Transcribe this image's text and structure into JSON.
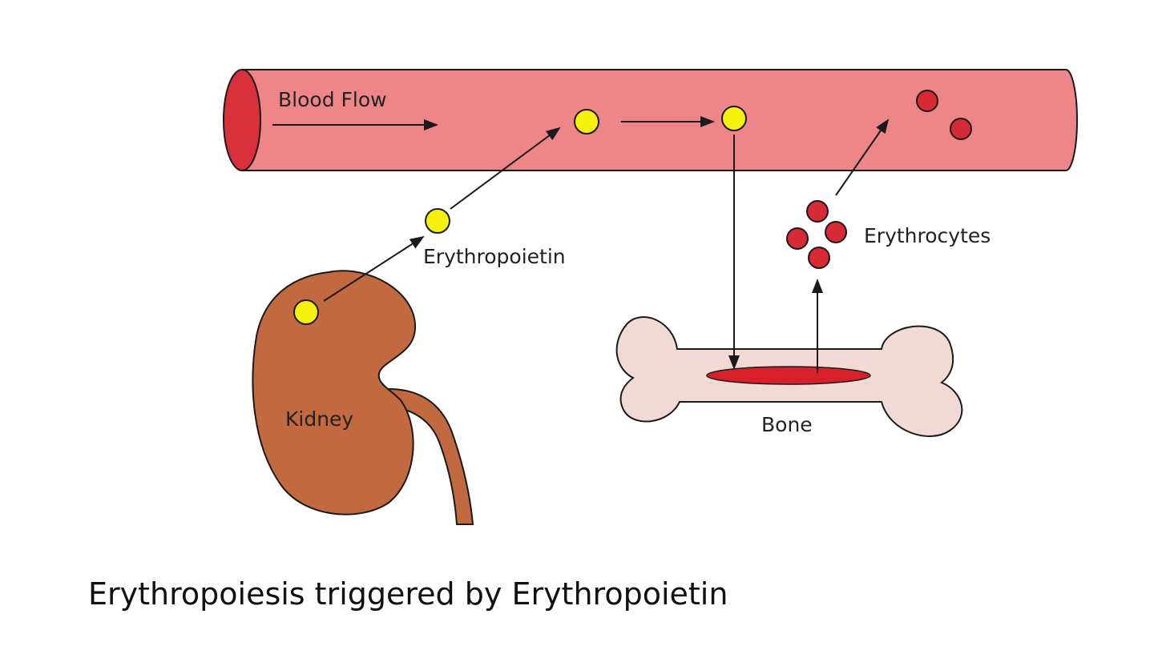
{
  "labels": {
    "blood_flow": "Blood Flow",
    "erythropoietin": "Erythropoietin",
    "erythrocytes": "Erythrocytes",
    "kidney": "Kidney",
    "bone": "Bone"
  },
  "caption": "Erythropoiesis triggered by Erythropoietin",
  "colors": {
    "vessel": "#EE8589",
    "vessel_opening": "#D9303B",
    "kidney": "#C2693F",
    "erythropoietin_molecule": "#F5F00E",
    "erythrocyte": "#D82A35",
    "bone": "#F2DAD4",
    "marrow": "#D8202B",
    "outline": "#1A1A1A"
  }
}
